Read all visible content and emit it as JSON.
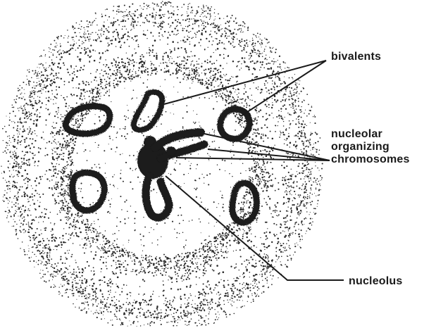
{
  "labels": {
    "bivalents": "bivalents",
    "nucleolar_line1": "nucleolar",
    "nucleolar_line2": "organizing",
    "nucleolar_line3": "chromosomes",
    "nucleolus": "nucleolus"
  },
  "colors": {
    "ink": "#1a1a1a",
    "stipple": "#2a2a2a",
    "background": "#ffffff"
  }
}
